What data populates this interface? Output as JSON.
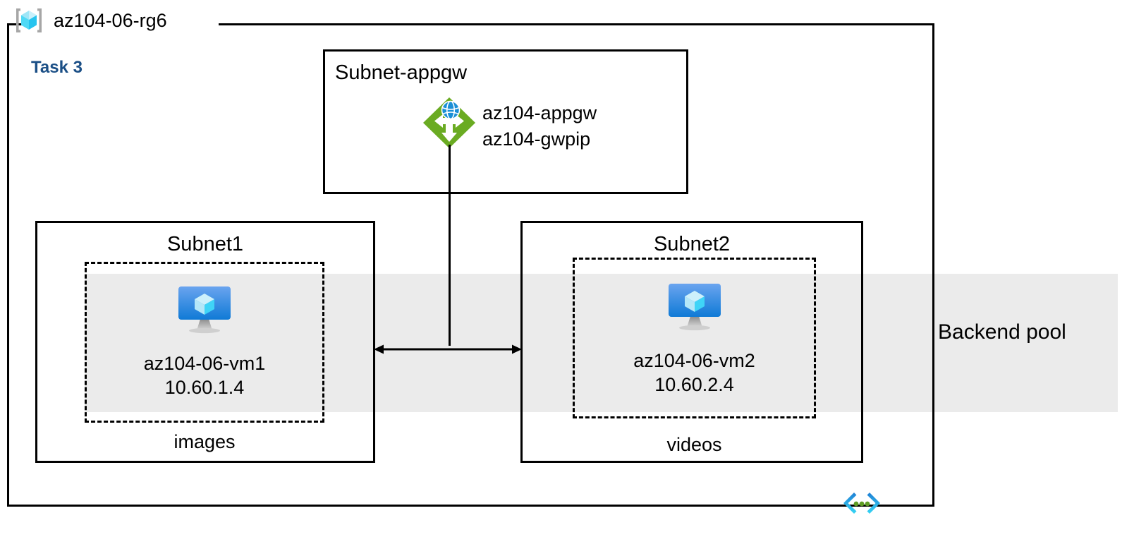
{
  "resource_group": {
    "name": "az104-06-rg6",
    "icon": "resource-group-cube-icon"
  },
  "task": {
    "label": "Task 3",
    "color": "#1b4f86"
  },
  "backend_pool": {
    "label": "Backend pool",
    "band_color": "#ebebeb"
  },
  "gateway_subnet": {
    "title": "Subnet-appgw",
    "icon": "application-gateway-icon",
    "resources": [
      "az104-appgw",
      "az104-gwpip"
    ]
  },
  "subnets": [
    {
      "title": "Subnet1",
      "footer": "images",
      "vm": {
        "icon": "virtual-machine-icon",
        "name": "az104-06-vm1",
        "ip": "10.60.1.4"
      }
    },
    {
      "title": "Subnet2",
      "footer": "videos",
      "vm": {
        "icon": "virtual-machine-icon",
        "name": "az104-06-vm2",
        "ip": "10.60.2.4"
      }
    }
  ],
  "connector": {
    "type": "double-headed-arrow",
    "description": "Subnet1 to Subnet2 link with gateway feed"
  },
  "footer_icon": {
    "name": "code-brackets-icon",
    "chevron_color": "#1ea2e0",
    "dot_color": "#5e9c24"
  }
}
